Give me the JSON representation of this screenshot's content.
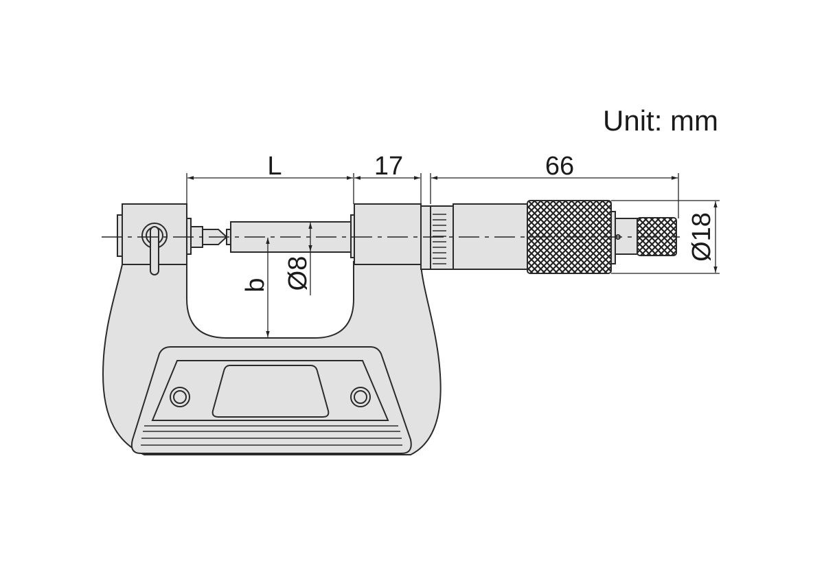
{
  "unit_label": "Unit: mm",
  "dimensions": {
    "length": "L",
    "anvil_block": "17",
    "thimble_length": "66",
    "thimble_diameter": "Ø18",
    "throat_depth": "b",
    "spindle_diameter": "Ø8"
  },
  "colors": {
    "body_fill": "#e2e2e2",
    "stroke": "#2a2a2a",
    "background": "#ffffff"
  }
}
